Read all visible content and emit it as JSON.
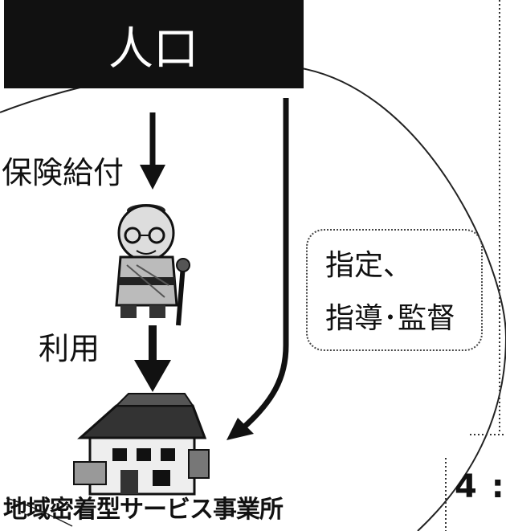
{
  "top_block": {
    "text": "人口",
    "fill": "#111111"
  },
  "labels": {
    "insurance_benefit": "保険給付",
    "usage": "利用",
    "facility": "地域密着型サービス事業所",
    "right_number": "4 :"
  },
  "callout": {
    "line1": "指定、",
    "line2": "指導･監督"
  },
  "icons": {
    "person": "elderly-person-icon",
    "building": "house-icon"
  }
}
